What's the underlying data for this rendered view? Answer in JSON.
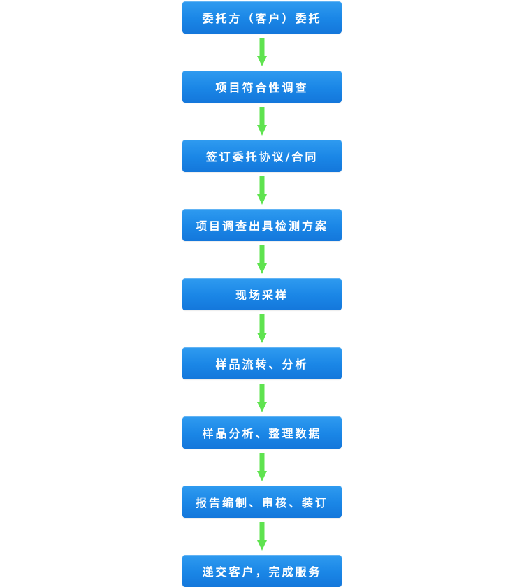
{
  "flowchart": {
    "steps": [
      {
        "label": "委托方（客户）委托"
      },
      {
        "label": "项目符合性调查"
      },
      {
        "label": "签订委托协议/合同"
      },
      {
        "label": "项目调查出具检测方案"
      },
      {
        "label": "现场采样"
      },
      {
        "label": "样品流转、分析"
      },
      {
        "label": "样品分析、整理数据"
      },
      {
        "label": "报告编制、审核、装订"
      },
      {
        "label": "递交客户，完成服务"
      }
    ],
    "colors": {
      "box": "#1a86e6",
      "text": "#ffffff",
      "arrow": "#5fe34f"
    },
    "arrow_icon": "arrow-down-icon"
  }
}
